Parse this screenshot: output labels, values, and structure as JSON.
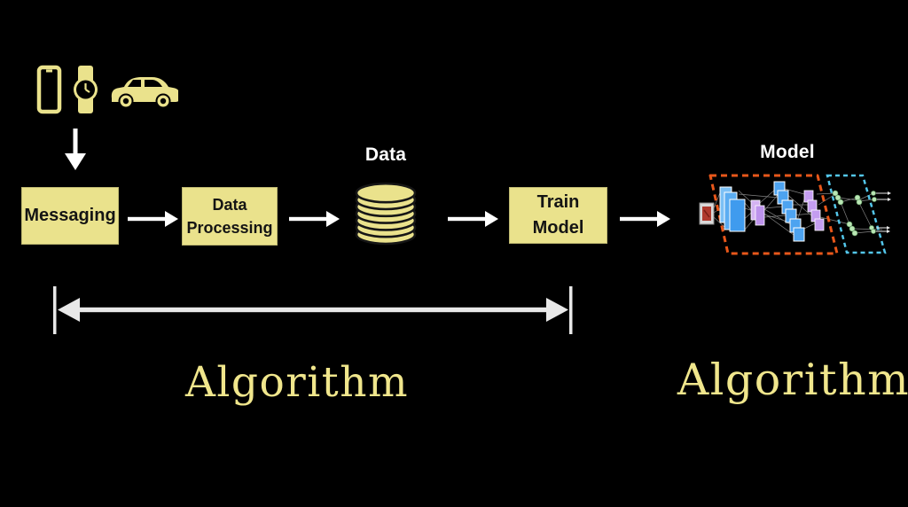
{
  "canvas": {
    "background": "#000000"
  },
  "colors": {
    "khaki": "#EAE28C",
    "algorithm_text": "#F0E68C",
    "box_text": "#141414",
    "white_arrow": "#FFFFFF",
    "span_arrow": "#E8E8E8",
    "label_white": "#FFFFFF",
    "model_region_orange": "#E8571A",
    "model_region_cyan": "#53C6EA"
  },
  "device_icons": {
    "items": [
      {
        "name": "smartphone-icon"
      },
      {
        "name": "smartwatch-icon"
      },
      {
        "name": "car-icon"
      }
    ]
  },
  "pipeline": {
    "messaging": {
      "label": "Messaging"
    },
    "data_processing": {
      "label": "Data\nProcessing"
    },
    "data_store": {
      "label": "Data"
    },
    "train_model": {
      "label": "Train\nModel"
    },
    "model": {
      "label": "Model"
    }
  },
  "annotations": {
    "algorithm_left": "Algorithm",
    "algorithm_right": "Algorithm"
  }
}
